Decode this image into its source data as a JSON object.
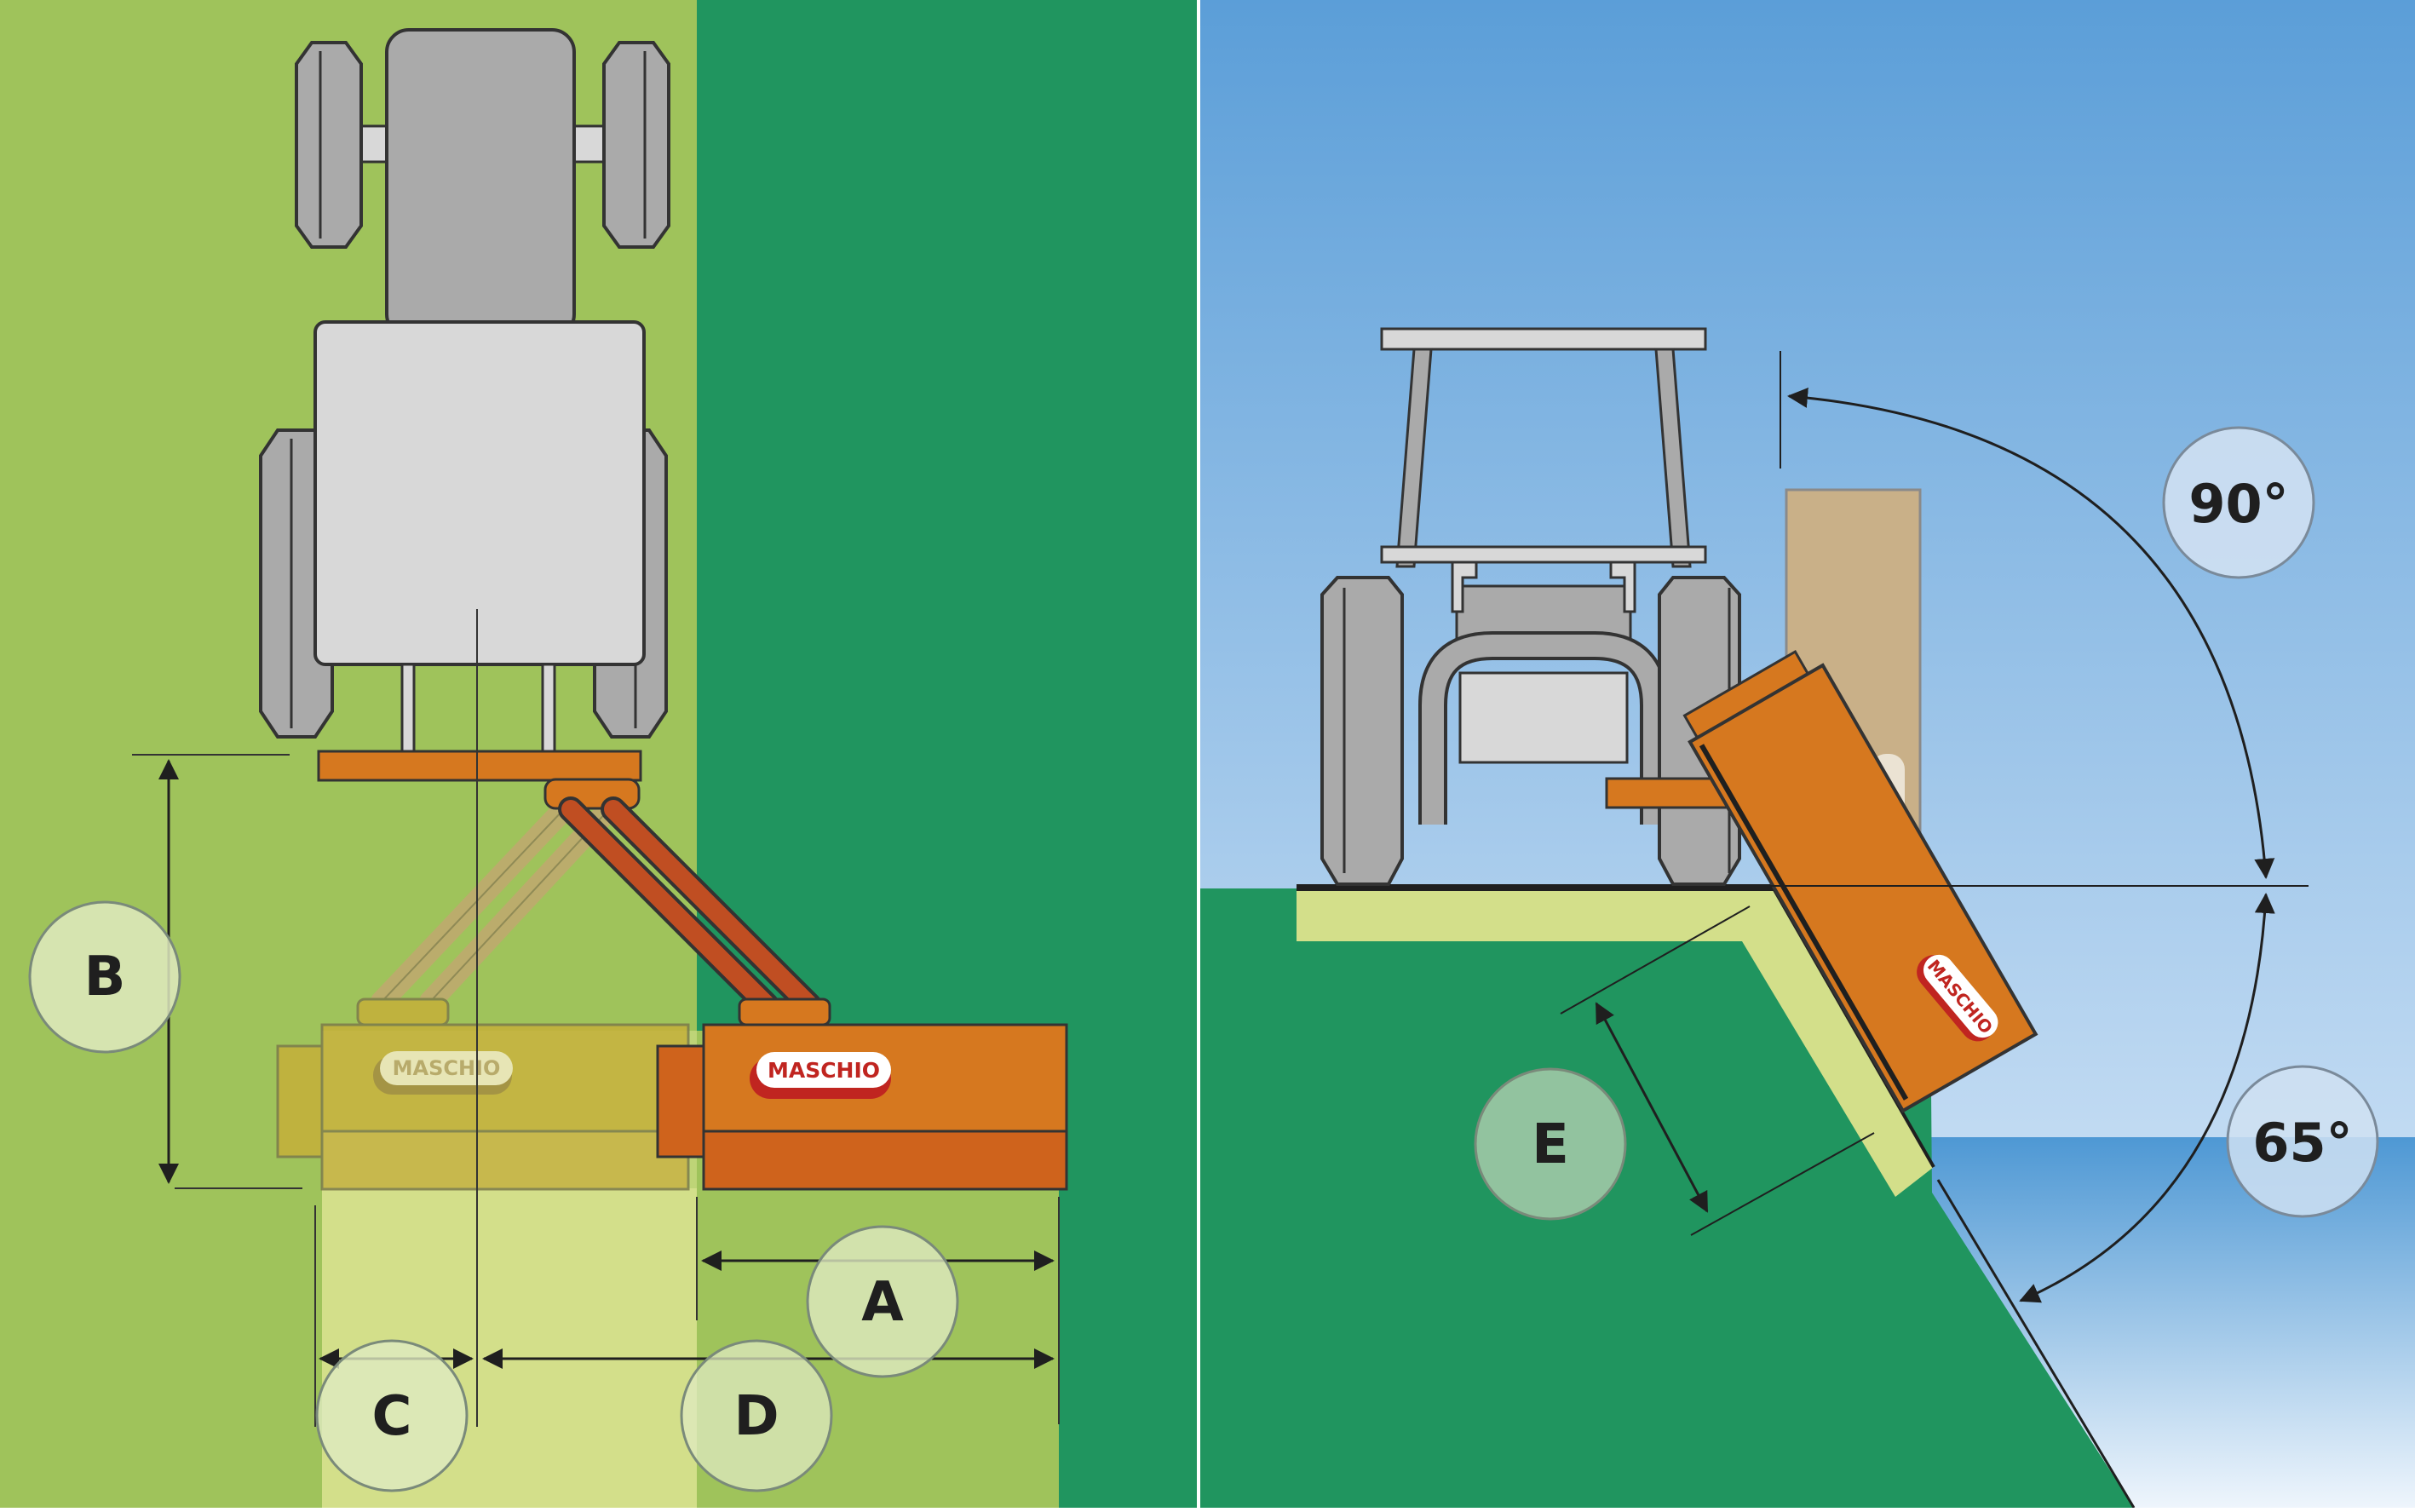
{
  "labels": {
    "a": "A",
    "b": "B",
    "c": "C",
    "d": "D",
    "e": "E",
    "angle_up": "90°",
    "angle_down": "65°"
  },
  "brand": {
    "name": "MASCHIO"
  },
  "colors": {
    "grass_light": "#9fc35b",
    "grass_dark": "#20955f",
    "mow_strip": "#d3df8a",
    "mower_orange": "#d6781f",
    "mower_dark": "#cf631c",
    "arm_red": "#c04e22",
    "tractor_grey": "#aaaaaa",
    "tractor_light": "#d8d8d8",
    "sky_top": "#5b9ed8",
    "sky_bottom": "#e2eefb",
    "sea": "#4e98d4",
    "ghost_mower": "#c5b03a",
    "ghost_arm": "#c1a870",
    "hedge": "#c9b088",
    "badge_light": "#dfeac0",
    "badge_green": "#9ec8a6",
    "badge_blue": "#cfe0f2"
  },
  "icons": [
    "tractor-top-view",
    "tractor-front-view",
    "flail-mower",
    "dimension-arrow",
    "angle-arc-arrow"
  ]
}
